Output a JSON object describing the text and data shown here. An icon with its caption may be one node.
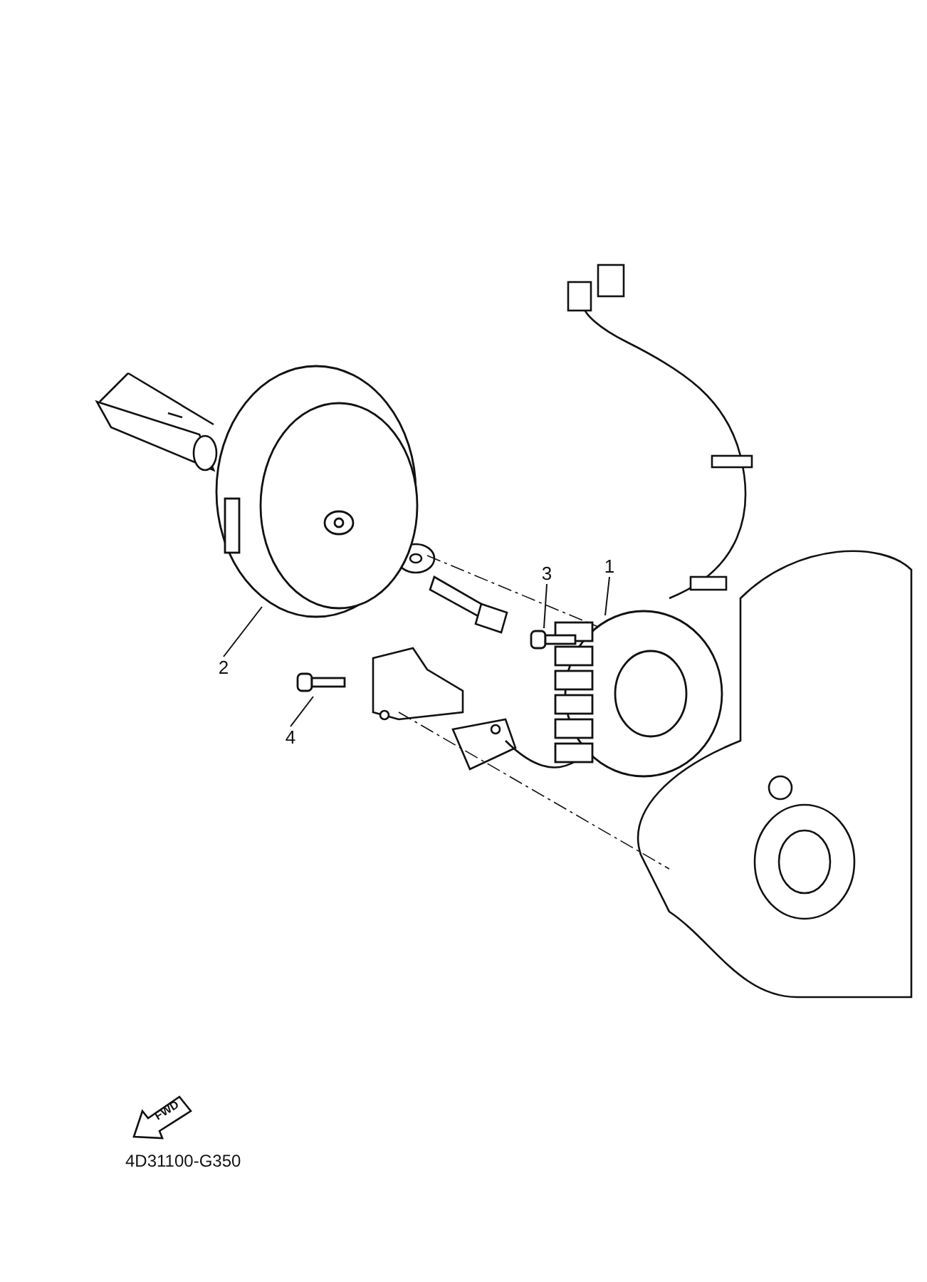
{
  "diagram": {
    "nodes": [
      {
        "text": [
          "1"
        ]
      },
      {
        "text": [],
        "shape": "picture"
      },
      {
        "text": [
          "2"
        ]
      },
      {
        "text": [],
        "shape": "picture"
      },
      {
        "text": [
          "3"
        ]
      },
      {
        "text": [],
        "shape": "picture"
      },
      {
        "text": [
          "4"
        ]
      },
      {
        "text": [],
        "shape": "picture"
      }
    ],
    "edges": [
      {
        "from": 0,
        "to": 1,
        "arrow": "none"
      },
      {
        "from": 2,
        "to": 3,
        "arrow": "none"
      },
      {
        "from": 4,
        "to": 5,
        "arrow": "none"
      },
      {
        "from": 6,
        "to": 7,
        "arrow": "none"
      }
    ],
    "labels": [
      "FWD",
      "4D31100-G350"
    ]
  }
}
